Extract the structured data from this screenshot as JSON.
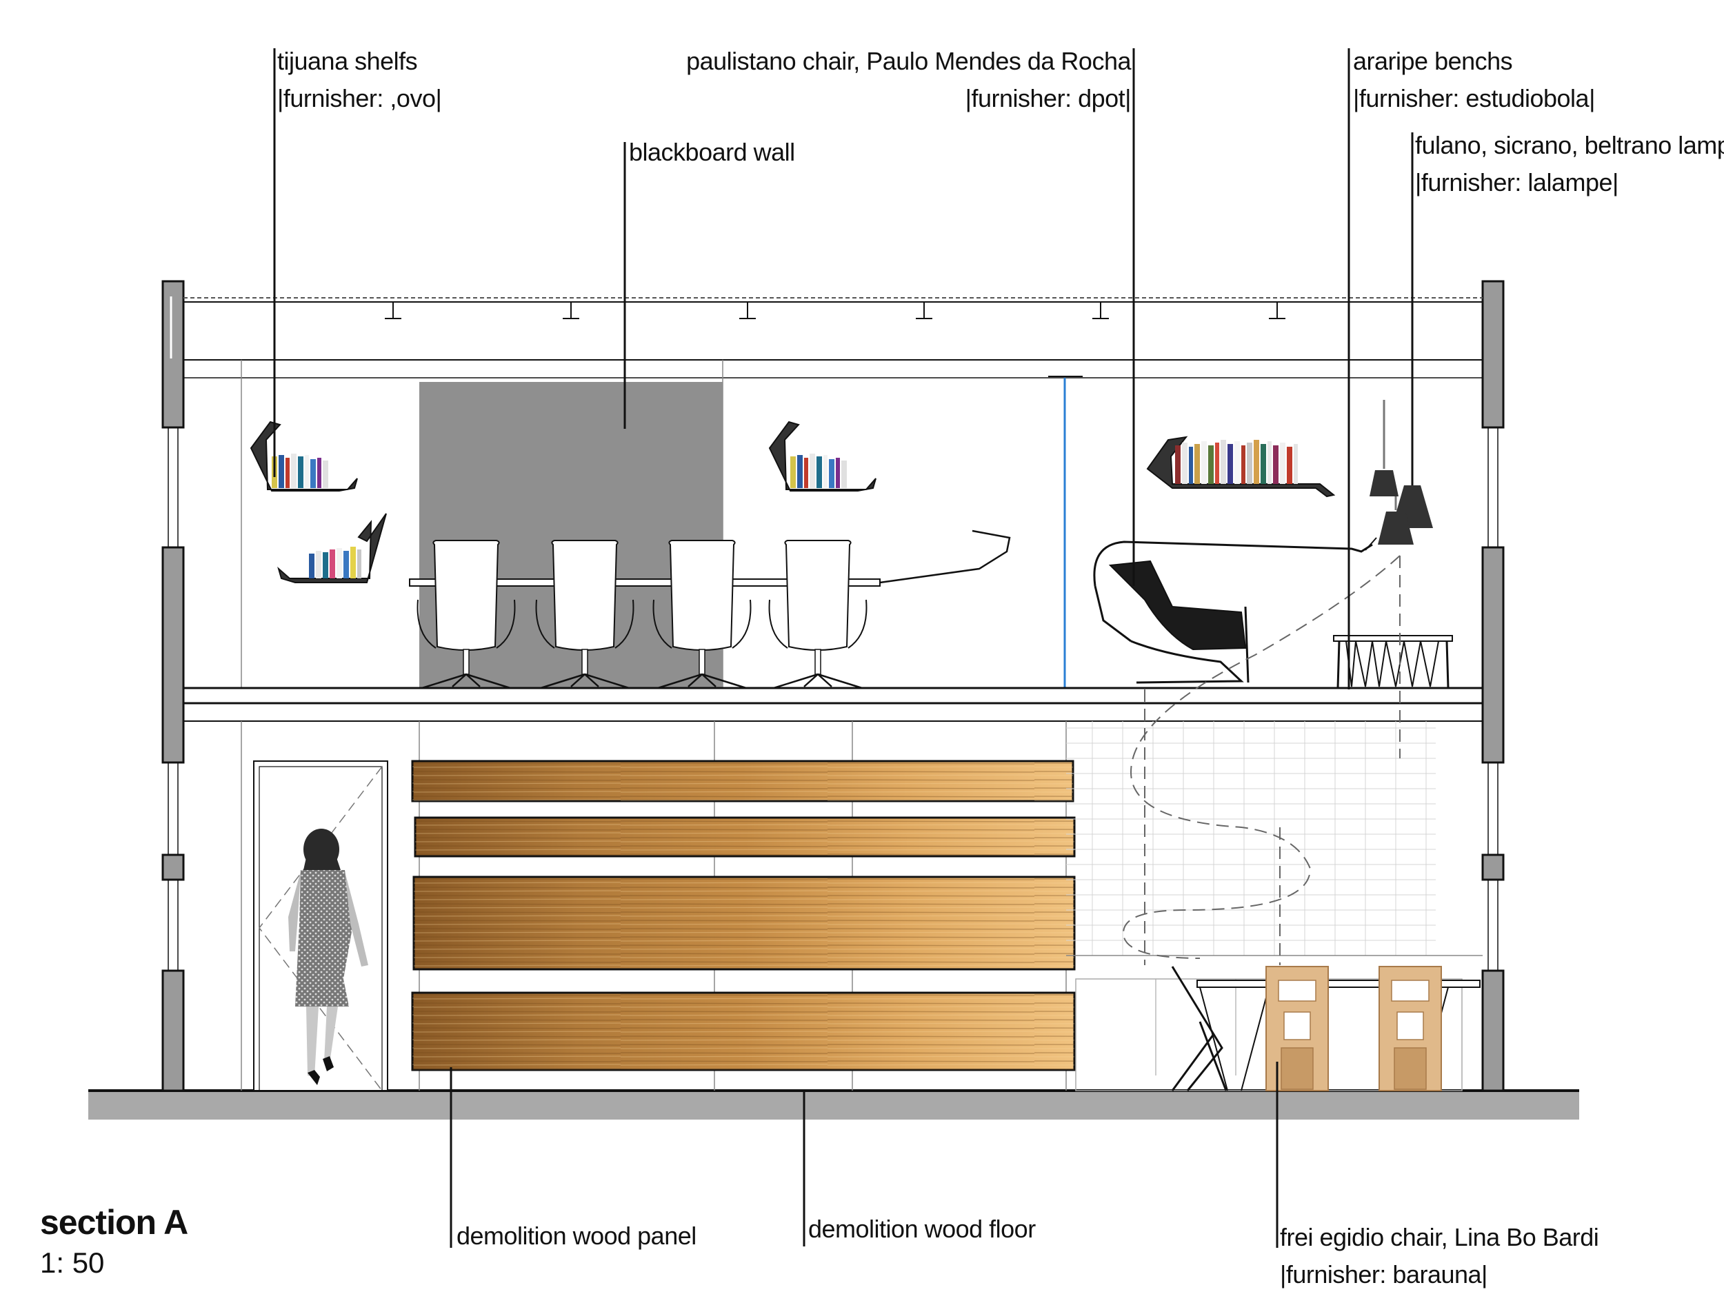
{
  "labels": {
    "tijuana": {
      "line1": "tijuana shelfs",
      "line2": "|furnisher: ,ovo|"
    },
    "paulistano": {
      "line1": "paulistano chair, Paulo Mendes da Rocha",
      "line2": "|furnisher: dpot|"
    },
    "araripe": {
      "line1": "araripe benchs",
      "line2": "|furnisher: estudiobola|"
    },
    "lamps": {
      "line1": "fulano, sicrano, beltrano lamps",
      "line2": "|furnisher: lalampe|"
    },
    "blackboard": {
      "line1": "blackboard wall"
    },
    "wood_panel": {
      "line1": "demolition wood panel"
    },
    "wood_floor": {
      "line1": "demolition wood floor"
    },
    "frei_egidio": {
      "line1": "frei egidio chair, Lina Bo Bardi",
      "line2": "|furnisher: barauna|"
    }
  },
  "title": "section A",
  "scale": "1:  50",
  "colors": {
    "ink": "#111111",
    "wall_gray": "#9a9a9a",
    "blackboard": "#8f8f8f",
    "wood_light": "#d9a55e",
    "wood_dark": "#8a5a26",
    "glass_blue": "#2a7fd4",
    "ground": "#a9a9a9"
  }
}
